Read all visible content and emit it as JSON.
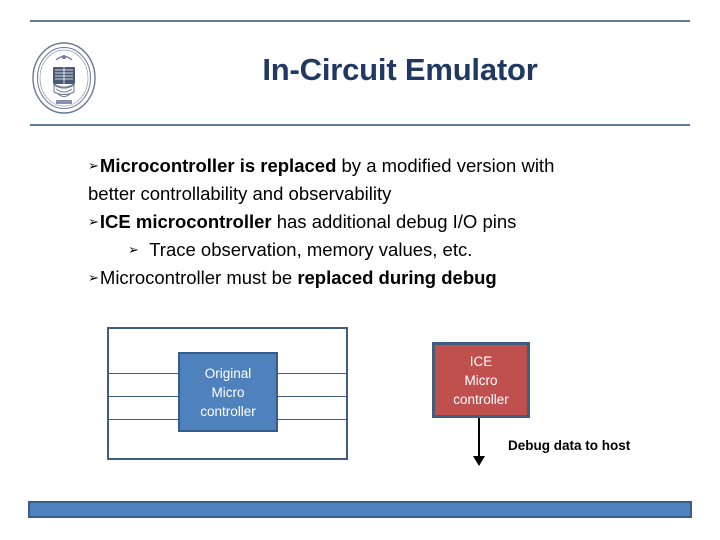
{
  "header": {
    "title": "In-Circuit Emulator",
    "logo_name": "university-seal",
    "title_color": "#1F3864",
    "rule_color": "#5F7D95"
  },
  "body": {
    "bullets": [
      {
        "marker": "➢",
        "level": 1,
        "lead_bold": "Microcontroller is replaced",
        "rest": " by a modified version with"
      },
      {
        "marker": "",
        "level": 1,
        "lead_bold": "",
        "rest": "better controllability and observability"
      },
      {
        "marker": "➢",
        "level": 1,
        "lead_bold": "ICE microcontroller",
        "rest": " has additional debug I/O pins"
      },
      {
        "marker": "➢",
        "level": 2,
        "lead_bold": "",
        "rest": "Trace observation, memory values, etc."
      },
      {
        "marker": "➢",
        "level": 1,
        "lead_bold": "",
        "rest": "Microcontroller must be ",
        "trail_bold": "replaced during debug"
      }
    ]
  },
  "diagram": {
    "board_label": "target-board-outline",
    "original_chip": {
      "lines": [
        "Original",
        "Micro",
        "controller"
      ],
      "fill": "#4F81BD",
      "border": "#385D8A"
    },
    "ice_chip": {
      "lines": [
        "ICE",
        "Micro",
        "controller"
      ],
      "fill": "#C0504D",
      "border": "#3F5E7D"
    },
    "arrow_label": "Debug data to host",
    "wire_count_per_side": 3,
    "wire_color": "#3F5E7D"
  },
  "footer": {
    "bar_color": "#4F81BD",
    "bar_border": "#385D8A"
  }
}
